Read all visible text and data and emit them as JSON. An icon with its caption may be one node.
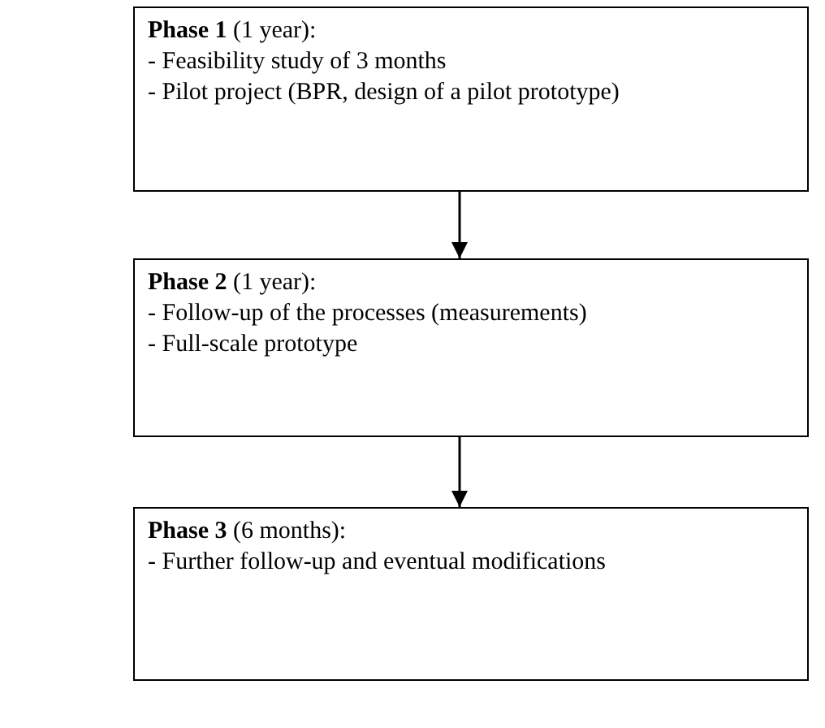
{
  "diagram": {
    "nodes": [
      {
        "text": [
          "**Phase 1** (1 year):",
          "- Feasibility study of 3 months",
          "- Pilot project (BPR, design of a pilot prototype)"
        ]
      },
      {
        "text": [
          "**Phase 2** (1 year):",
          "- Follow-up of the processes (measurements)",
          "- Full-scale prototype"
        ]
      },
      {
        "text": [
          "**Phase 3** (6 months):",
          "- Further follow-up and eventual modifications"
        ]
      }
    ],
    "edges": [
      {
        "from": 0,
        "to": 1,
        "arrow": "to"
      },
      {
        "from": 1,
        "to": 2,
        "arrow": "to"
      }
    ]
  }
}
